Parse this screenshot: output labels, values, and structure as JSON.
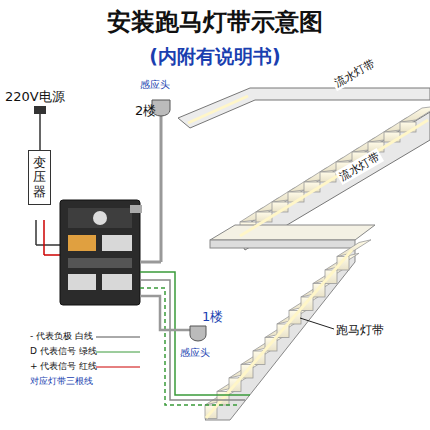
{
  "diagram": {
    "title": "安装跑马灯带示意图",
    "caption": "(内附有说明书)",
    "nodes": [
      {
        "text": [
          "变压器"
        ]
      },
      {
        "text": [
          "感应头",
          "2楼"
        ]
      },
      {
        "text": [
          "1楼",
          "感应头"
        ]
      }
    ],
    "labels": [
      "220V电源",
      "流水灯带",
      "流水灯带",
      "跑马灯带",
      "- 代表负极 白线",
      "D 代表信号 绿线",
      "+ 代表信号 红线",
      "对应灯带三根线"
    ]
  }
}
